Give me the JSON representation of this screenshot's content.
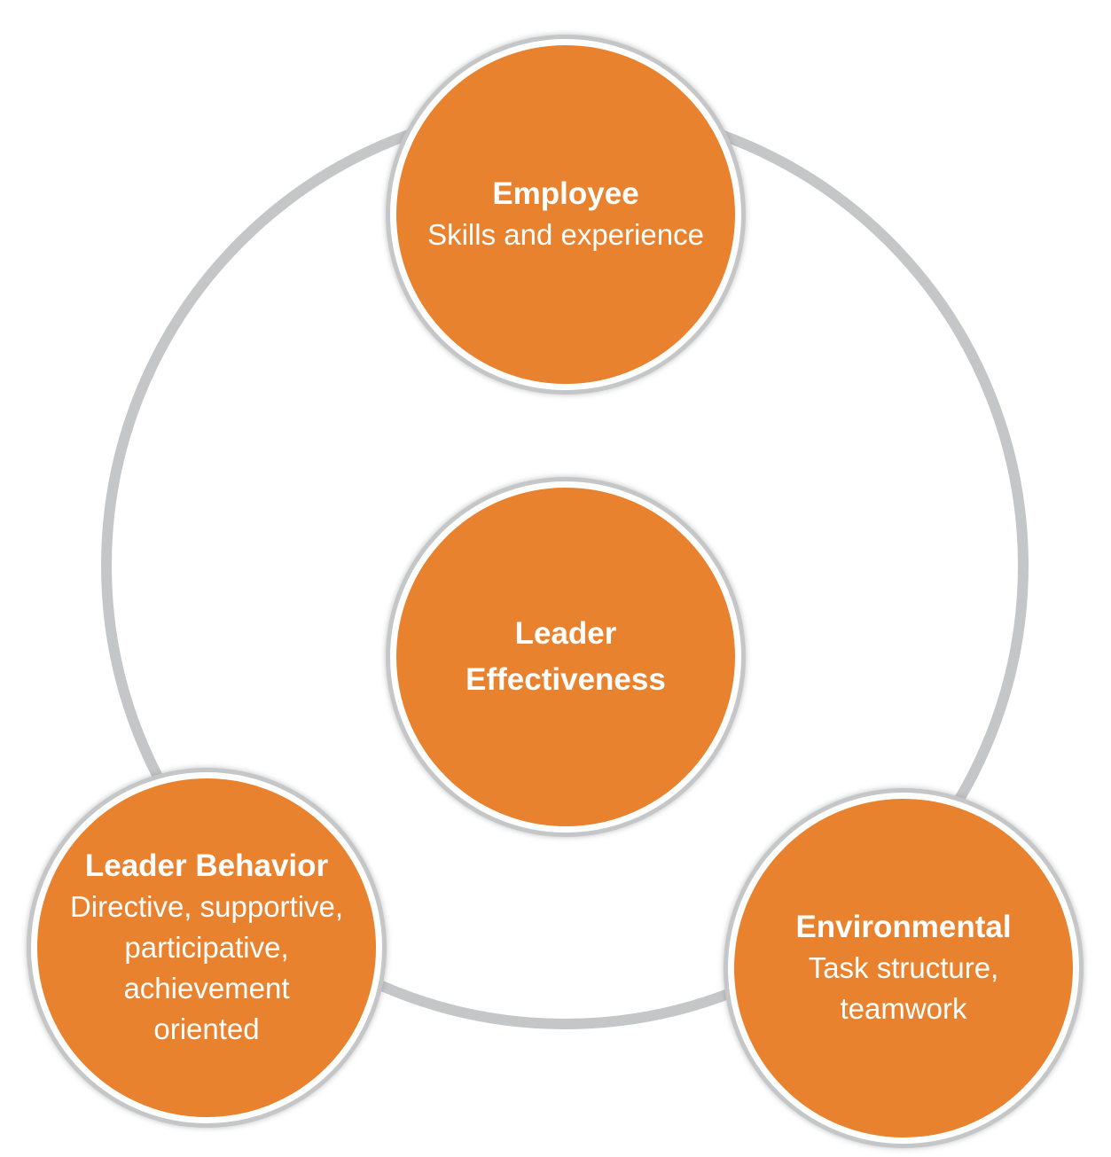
{
  "diagram": {
    "center": {
      "title": "Leader\nEffectiveness"
    },
    "employee": {
      "title": "Employee",
      "description": "Skills and experience"
    },
    "leader_behavior": {
      "title": "Leader Behavior",
      "description": "Directive, supportive,\nparticipative,\nachievement\noriented"
    },
    "environmental": {
      "title": "Environmental",
      "description": "Task structure,\nteamwork"
    },
    "colors": {
      "node_fill": "#e8822e",
      "ring": "#c5c6c8",
      "text": "#ffffff"
    }
  }
}
